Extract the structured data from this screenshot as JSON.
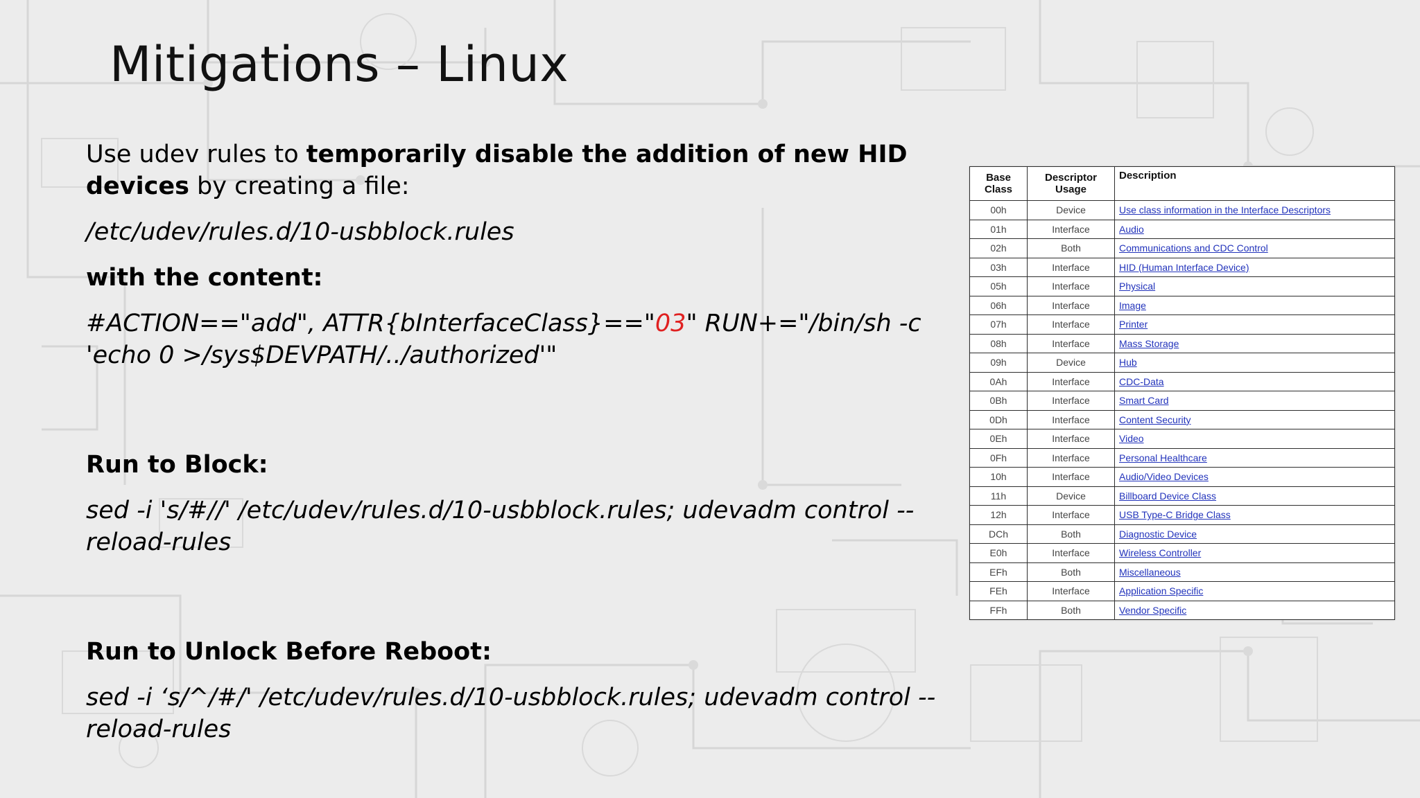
{
  "slide": {
    "title": "Mitigations – Linux",
    "intro": {
      "pre": "Use udev rules to ",
      "bold": "temporarily disable the addition of new HID devices",
      "post": " by creating a file:"
    },
    "file_path": "/etc/udev/rules.d/10-usbblock.rules",
    "with_content": "with the content:",
    "rule": {
      "pre": "#ACTION==\"add\", ATTR{bInterfaceClass}==\"",
      "highlight": "03",
      "post": "\" RUN+=\"/bin/sh -c 'echo 0 >/sys$DEVPATH/../authorized'\""
    },
    "run_block_label": "Run to Block:",
    "run_block_cmd": "sed -i 's/#//' /etc/udev/rules.d/10-usbblock.rules; udevadm control --reload-rules",
    "run_unlock_label": "Run to Unlock Before Reboot:",
    "run_unlock_cmd": "sed -i ‘s/^/#/' /etc/udev/rules.d/10-usbblock.rules; udevadm control --reload-rules"
  },
  "table": {
    "headers": [
      "Base Class",
      "Descriptor Usage",
      "Description"
    ],
    "rows": [
      {
        "base": "00h",
        "usage": "Device",
        "desc": "Use class information in the Interface Descriptors"
      },
      {
        "base": "01h",
        "usage": "Interface",
        "desc": "Audio"
      },
      {
        "base": "02h",
        "usage": "Both",
        "desc": "Communications and CDC Control"
      },
      {
        "base": "03h",
        "usage": "Interface",
        "desc": "HID (Human Interface Device)"
      },
      {
        "base": "05h",
        "usage": "Interface",
        "desc": "Physical"
      },
      {
        "base": "06h",
        "usage": "Interface",
        "desc": "Image"
      },
      {
        "base": "07h",
        "usage": "Interface",
        "desc": "Printer"
      },
      {
        "base": "08h",
        "usage": "Interface",
        "desc": "Mass Storage"
      },
      {
        "base": "09h",
        "usage": "Device",
        "desc": "Hub"
      },
      {
        "base": "0Ah",
        "usage": "Interface",
        "desc": "CDC-Data"
      },
      {
        "base": "0Bh",
        "usage": "Interface",
        "desc": "Smart Card"
      },
      {
        "base": "0Dh",
        "usage": "Interface",
        "desc": "Content Security"
      },
      {
        "base": "0Eh",
        "usage": "Interface",
        "desc": "Video"
      },
      {
        "base": "0Fh",
        "usage": "Interface",
        "desc": "Personal Healthcare"
      },
      {
        "base": "10h",
        "usage": "Interface",
        "desc": "Audio/Video Devices"
      },
      {
        "base": "11h",
        "usage": "Device",
        "desc": "Billboard Device Class"
      },
      {
        "base": "12h",
        "usage": "Interface",
        "desc": "USB Type-C Bridge Class"
      },
      {
        "base": "DCh",
        "usage": "Both",
        "desc": "Diagnostic Device"
      },
      {
        "base": "E0h",
        "usage": "Interface",
        "desc": "Wireless Controller"
      },
      {
        "base": "EFh",
        "usage": "Both",
        "desc": "Miscellaneous"
      },
      {
        "base": "FEh",
        "usage": "Interface",
        "desc": "Application Specific"
      },
      {
        "base": "FFh",
        "usage": "Both",
        "desc": "Vendor Specific"
      }
    ]
  },
  "colors": {
    "background": "#ececec",
    "text": "#000000",
    "highlight": "#e02020",
    "link": "#2233bb"
  }
}
